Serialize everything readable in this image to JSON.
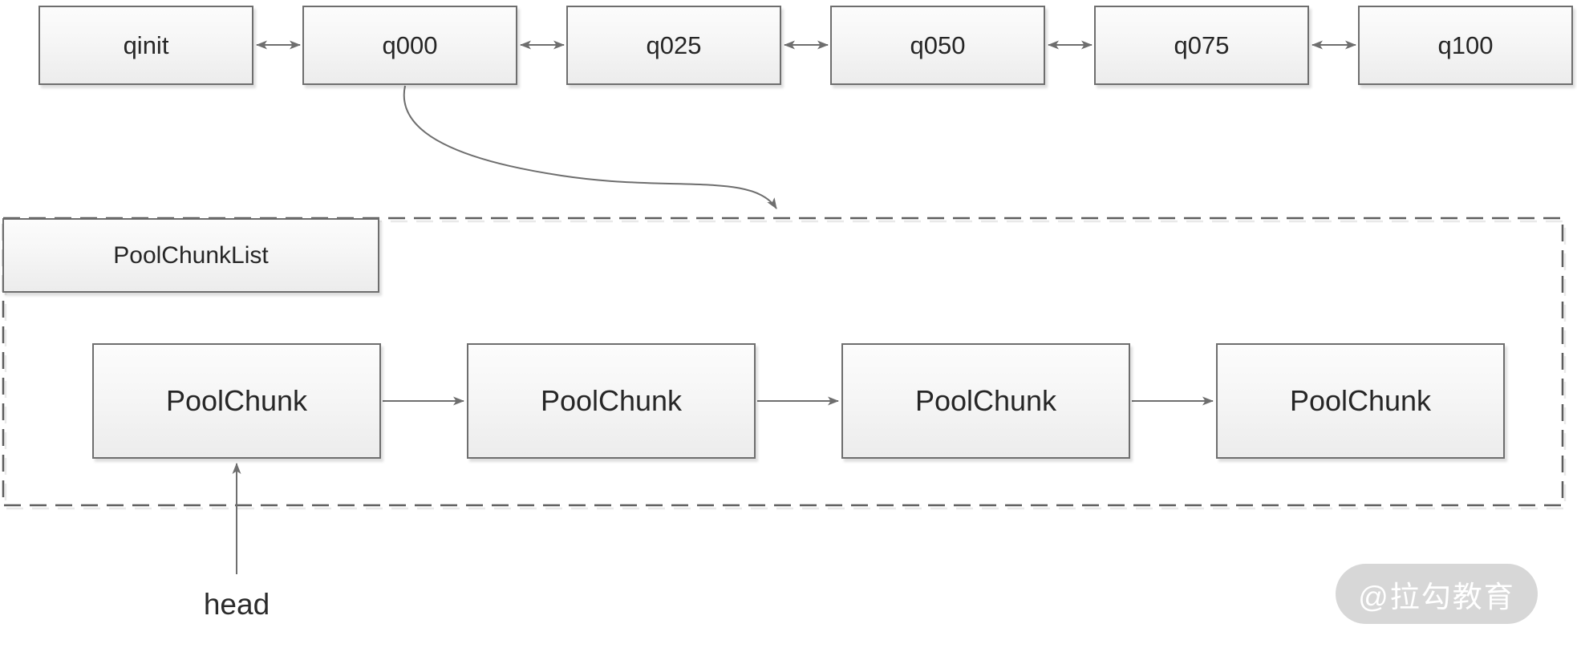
{
  "queue_row": {
    "labels": [
      "qinit",
      "q000",
      "q025",
      "q050",
      "q075",
      "q100"
    ]
  },
  "pool": {
    "list_label": "PoolChunkList",
    "chunk_labels": [
      "PoolChunk",
      "PoolChunk",
      "PoolChunk",
      "PoolChunk"
    ],
    "head_label": "head"
  },
  "watermark": {
    "text": "@拉勾教育"
  },
  "colors": {
    "node_border": "#6e6e6e",
    "node_fill_top": "#fcfcfc",
    "node_fill_bottom": "#ececec",
    "connector": "#666666",
    "dashed_border": "#5d5d5d",
    "dashed_shadow": "#e9e9e9",
    "text": "#262626",
    "watermark_bg": "#d7d7d7",
    "watermark_text": "#ffffff"
  }
}
